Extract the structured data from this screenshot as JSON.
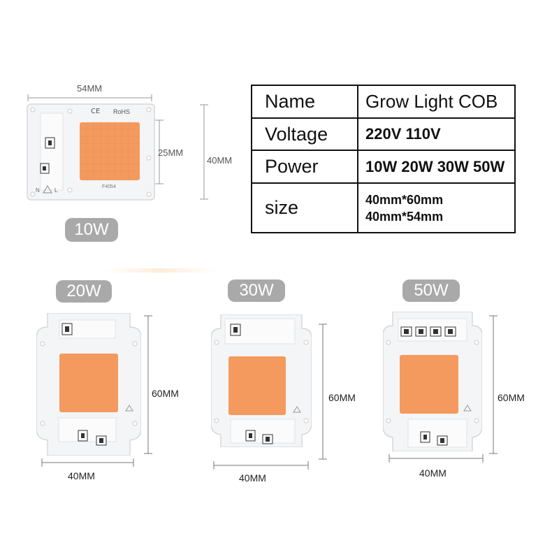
{
  "spec_table": {
    "rows": [
      {
        "key": "Name",
        "value": "Grow Light COB"
      },
      {
        "key": "Voltage",
        "value": "220V 110V"
      },
      {
        "key": "Power",
        "value": "10W 20W 30W 50W"
      },
      {
        "key": "size",
        "value_line1": "40mm*60mm",
        "value_line2": "40mm*54mm"
      }
    ]
  },
  "chip_10w": {
    "badge": "10W",
    "width_label": "54MM",
    "height_label": "40MM",
    "led_label": "25MM",
    "marks": {
      "ce": "CE",
      "rohs": "RoHS",
      "model": "F4054",
      "n": "N",
      "l": "L"
    }
  },
  "chip_20w": {
    "badge": "20W",
    "height_label": "60MM",
    "width_label": "40MM"
  },
  "chip_30w": {
    "badge": "30W",
    "height_label": "60MM",
    "width_label": "40MM"
  },
  "chip_50w": {
    "badge": "50W",
    "height_label": "60MM",
    "width_label": "40MM"
  },
  "colors": {
    "led": "#f49a5e",
    "badge": "#a9a9a9",
    "board": "#f4f5f7"
  }
}
